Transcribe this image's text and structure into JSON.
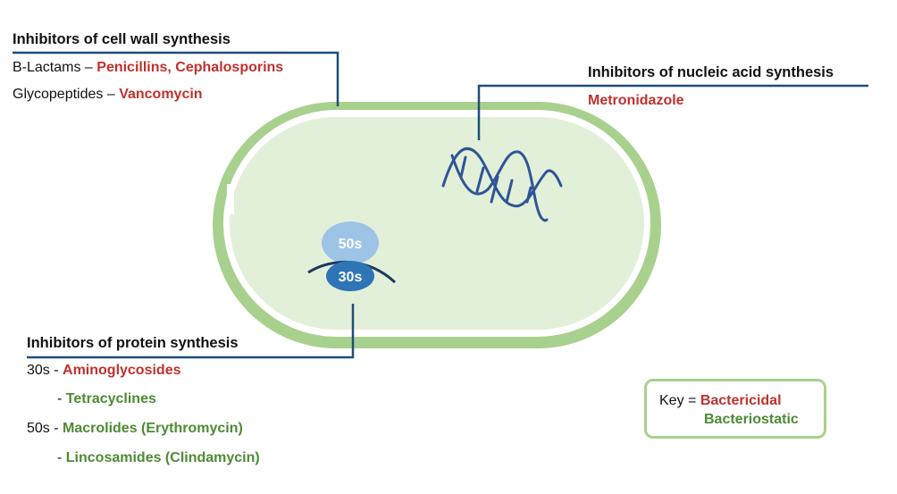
{
  "cell_wall": {
    "heading": "Inhibitors of cell wall synthesis",
    "line1_prefix": "B-Lactams – ",
    "line1_drugs": "Penicillins, Cephalosporins",
    "line2_prefix": "Glycopeptides – ",
    "line2_drugs": "Vancomycin"
  },
  "nucleic_acid": {
    "heading": "Inhibitors of nucleic acid synthesis",
    "drug": "Metronidazole"
  },
  "protein": {
    "heading": "Inhibitors of protein synthesis",
    "rows": [
      {
        "prefix": "30s - ",
        "drug": "Aminoglycosides"
      },
      {
        "prefix": "- ",
        "drug": "Tetracyclines"
      },
      {
        "prefix": "50s - ",
        "drug": "Macrolides (Erythromycin)"
      },
      {
        "prefix": "- ",
        "drug": "Lincosamides (Clindamycin)"
      }
    ]
  },
  "ribosome": {
    "large": "50s",
    "small": "30s"
  },
  "key": {
    "label": "Key = ",
    "bactericidal": "Bactericidal",
    "bacteriostatic": "Bacteriostatic"
  },
  "colors": {
    "bactericidal": "#C0312E",
    "bacteriostatic": "#4E8A34",
    "cell_wall": "#A9D18E",
    "cytoplasm": "#E2F0D9",
    "callout_line": "#1F4E79",
    "ribosome_50s": "#9DC3E6",
    "ribosome_30s": "#2E75B6",
    "mrna": "#1F3864",
    "dna": "#2F5597"
  }
}
